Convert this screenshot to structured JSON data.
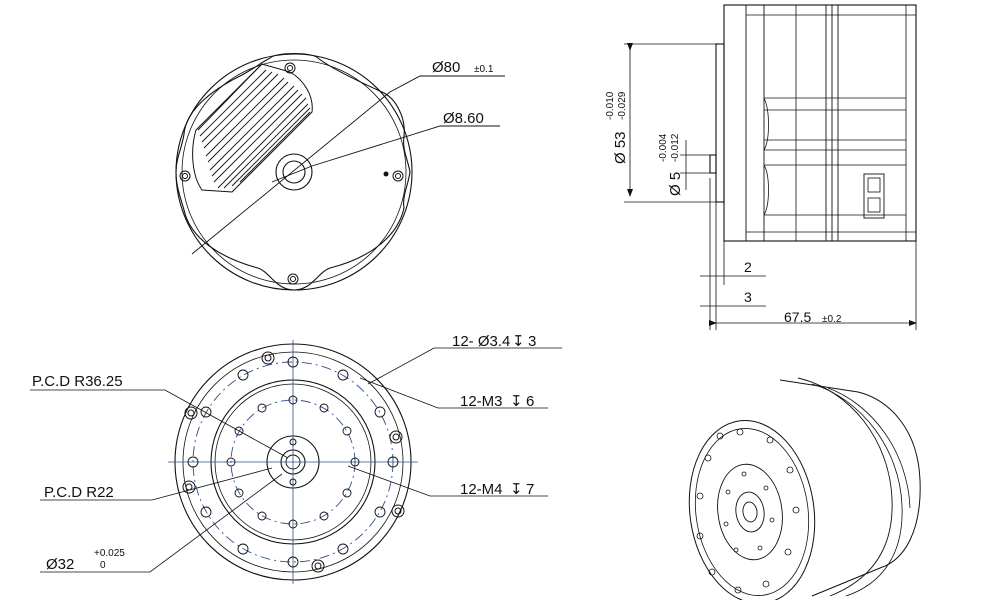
{
  "top_view": {
    "dia_outer": "Ø80",
    "dia_outer_tol": "±0.1",
    "dia_bore": "Ø8.60"
  },
  "side_view": {
    "dia_body": "Ø 53",
    "dia_body_tol_upper": "-0.010",
    "dia_body_tol_lower": "-0.029",
    "dia_shaft": "Ø 5",
    "dia_shaft_tol_upper": "-0.004",
    "dia_shaft_tol_lower": "-0.012",
    "len_step1": "2",
    "len_step2": "3",
    "len_total": "67.5",
    "len_total_tol": "±0.2"
  },
  "front_view": {
    "holes_outer": "12- Ø3.4",
    "holes_outer_depth": "3",
    "holes_m3": "12-M3",
    "holes_m3_depth": "6",
    "holes_m4": "12-M4",
    "holes_m4_depth": "7",
    "pcd_outer": "P.C.D R36.25",
    "pcd_inner": "P.C.D R22",
    "dia_pilot": "Ø32",
    "dia_pilot_tol_upper": "+0.025",
    "dia_pilot_tol_lower": "0"
  },
  "colors": {
    "line": "#111111",
    "center_line": "#2d4f8f"
  }
}
